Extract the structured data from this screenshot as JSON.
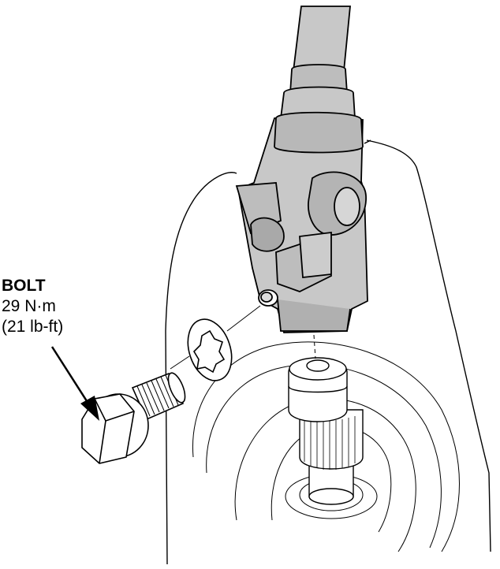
{
  "callout": {
    "part_name": "BOLT",
    "torque_metric": "29 N·m",
    "torque_imperial": "(21 lb-ft)"
  },
  "colors": {
    "part_fill": "#c8c8c8",
    "part_dark": "#a9a9a9",
    "line": "#000000",
    "background": "#ffffff"
  }
}
